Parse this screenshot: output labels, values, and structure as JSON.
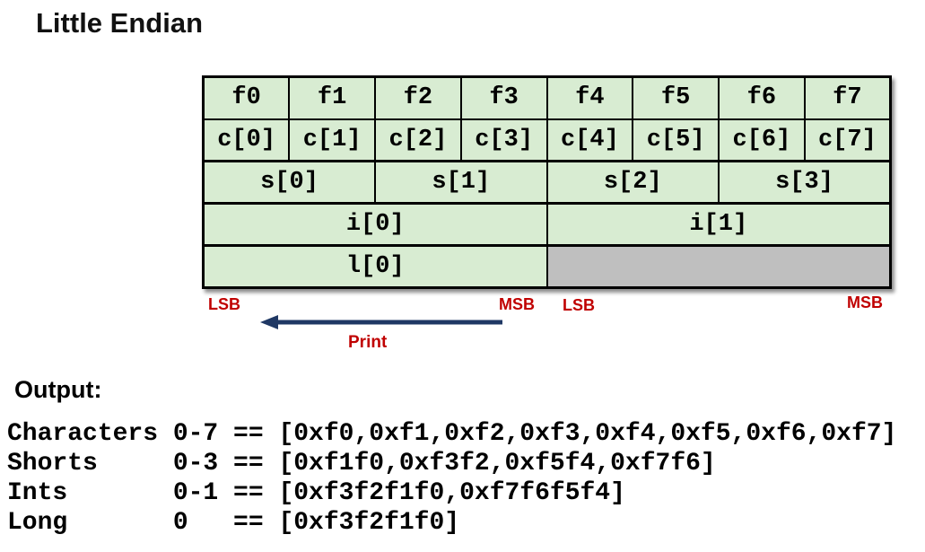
{
  "title": "Little Endian",
  "colors": {
    "cell_green": "#d8ecd2",
    "cell_gray": "#bfbfbf",
    "label_red": "#c00000",
    "arrow_navy": "#1f3864",
    "text_black": "#000000"
  },
  "memory_table": {
    "bytes": [
      "f0",
      "f1",
      "f2",
      "f3",
      "f4",
      "f5",
      "f6",
      "f7"
    ],
    "chars": [
      "c[0]",
      "c[1]",
      "c[2]",
      "c[3]",
      "c[4]",
      "c[5]",
      "c[6]",
      "c[7]"
    ],
    "shorts": [
      "s[0]",
      "s[1]",
      "s[2]",
      "s[3]"
    ],
    "ints": [
      "i[0]",
      "i[1]"
    ],
    "longs": [
      "l[0]"
    ]
  },
  "labels": {
    "lsb_left": "LSB",
    "msb_left": "MSB",
    "lsb_right": "LSB",
    "msb_right": "MSB",
    "print": "Print"
  },
  "output": {
    "heading": "Output:",
    "lines": [
      "Characters 0-7 == [0xf0,0xf1,0xf2,0xf3,0xf4,0xf5,0xf6,0xf7]",
      "Shorts     0-3 == [0xf1f0,0xf3f2,0xf5f4,0xf7f6]",
      "Ints       0-1 == [0xf3f2f1f0,0xf7f6f5f4]",
      "Long       0   == [0xf3f2f1f0]"
    ]
  }
}
